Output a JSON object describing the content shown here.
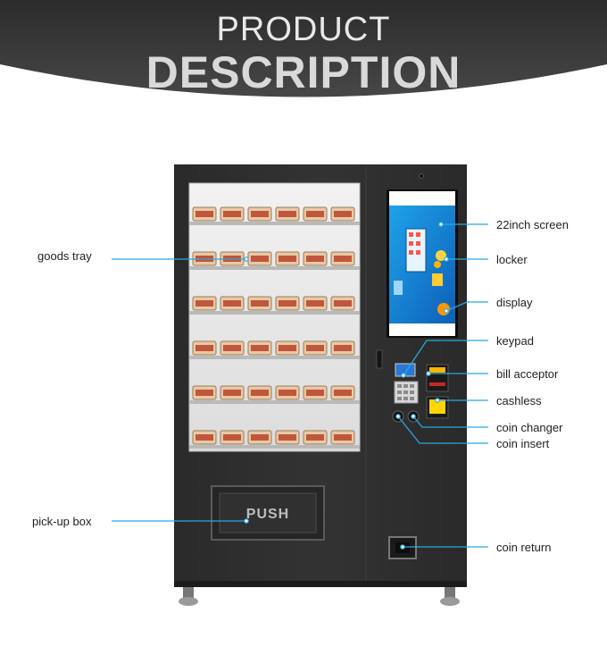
{
  "header": {
    "line1": "PRODUCT",
    "line2": "DESCRIPTION"
  },
  "machine": {
    "push_label": "PUSH"
  },
  "labels": {
    "goods_tray": "goods tray",
    "pickup_box": "pick-up box",
    "screen": "22inch screen",
    "locker": "locker",
    "display": "display",
    "keypad": "keypad",
    "bill_acceptor": "bill  acceptor",
    "cashless": "cashless",
    "coin_changer": "coin changer",
    "coin_insert": "coin insert",
    "coin_return": "coin return"
  },
  "colors": {
    "banner": "#3a3a3a",
    "machine_body": "#2e2e2e",
    "pointer": "#29a8e0"
  }
}
